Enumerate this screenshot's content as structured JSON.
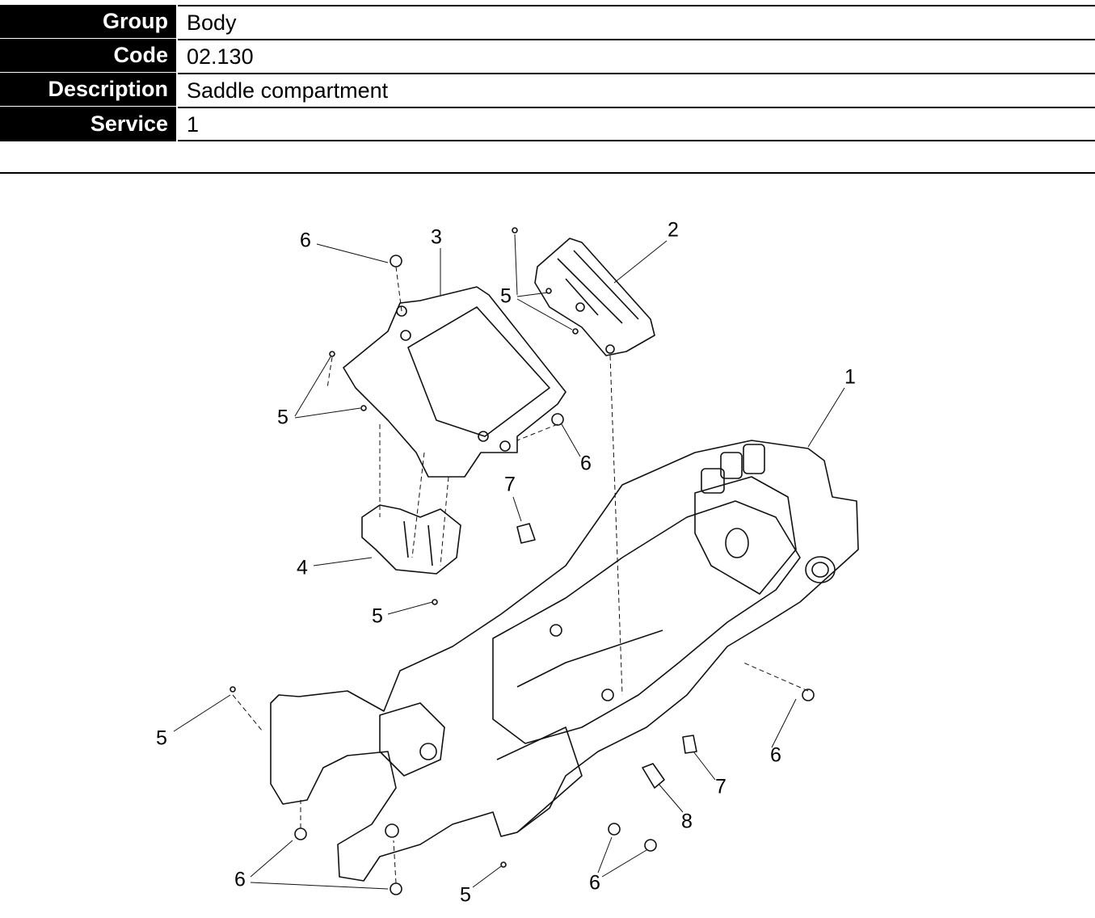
{
  "header": {
    "rows": [
      {
        "label": "Group",
        "value": "Body"
      },
      {
        "label": "Code",
        "value": "02.130"
      },
      {
        "label": "Description",
        "value": "Saddle compartment"
      },
      {
        "label": "Service",
        "value": "1"
      }
    ]
  },
  "diagram": {
    "callouts": [
      "6",
      "3",
      "2",
      "5",
      "1",
      "5",
      "6",
      "7",
      "4",
      "5",
      "5",
      "6",
      "7",
      "8",
      "6",
      "5",
      "6"
    ]
  }
}
